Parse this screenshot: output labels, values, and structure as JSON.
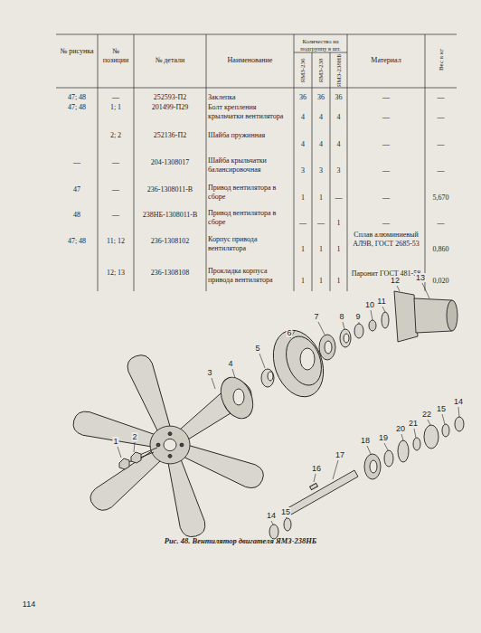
{
  "diagram": {
    "caption": "Рис. 48. Вентилятор двигателя ЯМЗ-238НБ",
    "labels": [
      "№ рисунка",
      "№ позиции",
      "№ детали",
      "Наименование",
      "Количество на подгруппу в шт.",
      "ЯМЗ-236",
      "ЯМЗ-238",
      "ЯМЗ-238НБ",
      "Материал",
      "Вес в кг",
      "47; 48",
      "—",
      "252593-П2",
      "Заклепка",
      "36",
      "36",
      "36",
      "—",
      "—",
      "47; 48",
      "1; 1",
      "201499-П29",
      "Болт крепления крыльчатки вентилятора",
      "4",
      "4",
      "4",
      "—",
      "—",
      "2; 2",
      "252136-П2",
      "Шайба пружинная",
      "4",
      "4",
      "4",
      "—",
      "—",
      "—",
      "—",
      "204-1308017",
      "Шайба крыльчатки балансировочная",
      "3",
      "3",
      "3",
      "—",
      "—",
      "47",
      "—",
      "236-1308011-В",
      "Привод вентилятора в сборе",
      "1",
      "1",
      "—",
      "—",
      "5,670",
      "48",
      "—",
      "238НБ-1308011-В",
      "Привод вентилятора в сборе",
      "—",
      "—",
      "1",
      "—",
      "—",
      "47; 48",
      "11; 12",
      "236-1308102",
      "Корпус привода вентилятора",
      "1",
      "1",
      "1",
      "Сплав алюминиевый АЛ9В, ГОСТ 2685-53",
      "0,860",
      "12; 13",
      "236-1308108",
      "Прокладка корпуса привода вентилятора",
      "1",
      "1",
      "1",
      "Паронит ГОСТ 481-58",
      "0,020",
      "114",
      "1",
      "2",
      "3",
      "4",
      "5",
      "6",
      "7",
      "8",
      "9",
      "10",
      "11",
      "12",
      "13",
      "14",
      "15",
      "16",
      "17",
      "18",
      "19",
      "20",
      "21",
      "22",
      "15",
      "14"
    ]
  }
}
